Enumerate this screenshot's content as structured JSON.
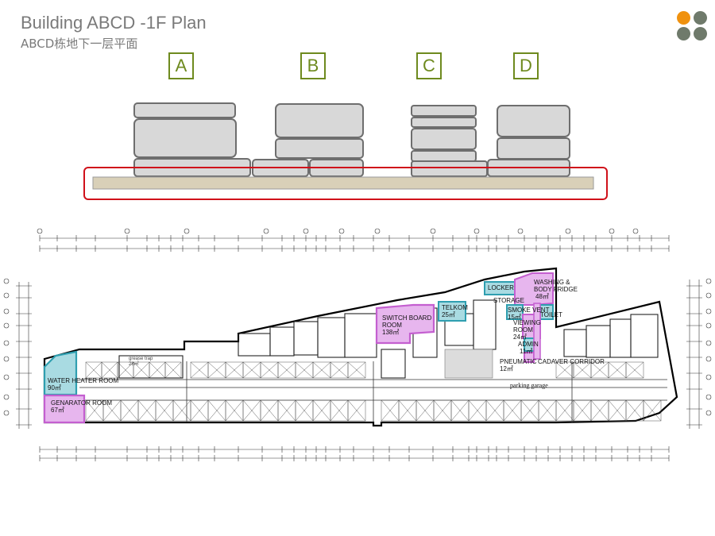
{
  "header": {
    "title": "Building ABCD -1F Plan",
    "subtitle": "ABCD栋地下一层平面"
  },
  "brand_dots": [
    "#f0920f",
    "#6f7a6b",
    "#6f7a6b",
    "#6f7a6b"
  ],
  "buildings": [
    {
      "label": "A"
    },
    {
      "label": "B"
    },
    {
      "label": "C"
    },
    {
      "label": "D"
    }
  ],
  "colors": {
    "highlight_frame": "#d0101a",
    "basement_bar": "#d9d0b8",
    "building_fill": "#d8d8d8",
    "building_stroke": "#6e6e6e",
    "label_green": "#6e8a1e",
    "pink_room": "#e7b6ee",
    "pink_stroke": "#c45fd0",
    "teal_room": "#a9dbe2",
    "teal_stroke": "#2f9fb0"
  },
  "rooms": {
    "water_heater": {
      "name": "WATER HEATER ROOM",
      "area": "90㎡"
    },
    "generator": {
      "name": "GENARATOR ROOM",
      "area": "67㎡"
    },
    "switch_board": {
      "name_1": "SWITCH BOARD",
      "name_2": "ROOM",
      "area": "138㎡"
    },
    "telkom": {
      "name": "TELKOM",
      "area": "25㎡"
    },
    "locker": {
      "name": "LOCKER"
    },
    "storage": {
      "name": "STORAGE"
    },
    "washing": {
      "name_1": "WASHING &",
      "name_2": "BODY FRIDGE",
      "area": "48㎡"
    },
    "smoke_vent": {
      "name": "SMOKE VENT",
      "area": "15㎡"
    },
    "toilet": {
      "name": "TOILET"
    },
    "viewing": {
      "name_1": "VIEWING",
      "name_2": "ROOM",
      "area": "24㎡"
    },
    "admin": {
      "name": "ADMIN",
      "area": "11㎡"
    },
    "pneumatic": {
      "name": "PNEUMATIC",
      "area": "12㎡"
    },
    "cadaver": {
      "name": "CADAVER CORRIDOR"
    },
    "parking": {
      "name": "parking garage"
    },
    "grease_trap": {
      "name": "grease trap",
      "area": "28㎡"
    }
  }
}
